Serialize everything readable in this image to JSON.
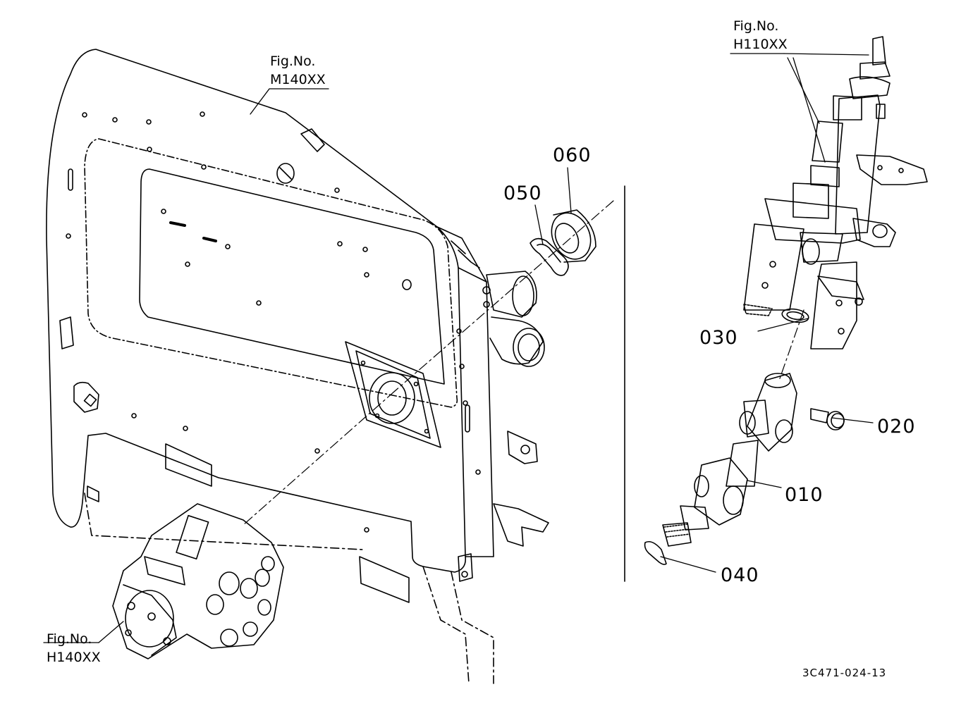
{
  "figure_refs": {
    "m140": {
      "line1": "Fig.No.",
      "line2": "M140XX"
    },
    "h110": {
      "line1": "Fig.No.",
      "line2": "H110XX"
    },
    "h140": {
      "line1": "Fig.No.",
      "line2": "H140XX"
    }
  },
  "parts": {
    "p010": "010",
    "p020": "020",
    "p030": "030",
    "p040": "040",
    "p050": "050",
    "p060": "060"
  },
  "drawing_code": "3C471-024-13"
}
